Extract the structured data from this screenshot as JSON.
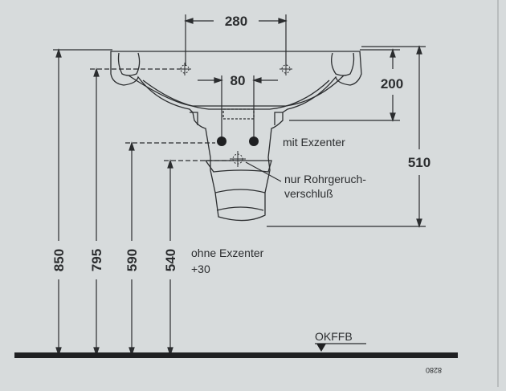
{
  "dimensions": {
    "width_280": "280",
    "width_80": "80",
    "height_200": "200",
    "height_510": "510",
    "height_850": "850",
    "height_795": "795",
    "height_590": "590",
    "height_540": "540"
  },
  "notes": {
    "mit_exzenter": "mit Exzenter",
    "nur_rohrgeruch_1": "nur Rohrgeruch-",
    "nur_rohrgeruch_2": "verschluß",
    "ohne_exzenter_1": "ohne Exzenter",
    "ohne_exzenter_2": "+30"
  },
  "floor_label": "OKFFB",
  "drawing_code": "8280",
  "colors": {
    "background": "#d7dbdc",
    "line": "#2b2d2f"
  }
}
